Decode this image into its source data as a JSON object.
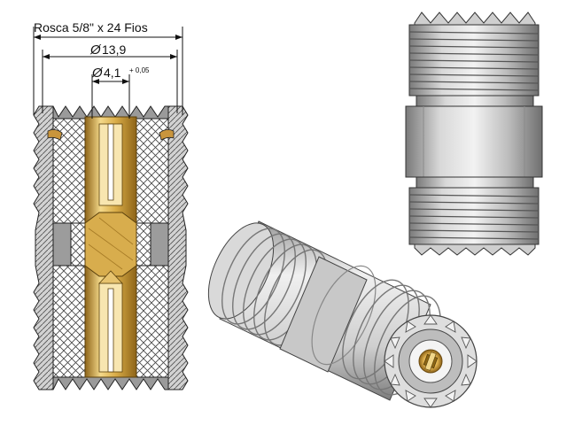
{
  "dimensions": {
    "thread": "Rosca 5/8\" x 24 Fios",
    "outer_diameter_symbol": "Ø",
    "outer_diameter_value": "13,9",
    "pin_diameter_symbol": "Ø",
    "pin_diameter_value": "4,1",
    "pin_tolerance": "+ 0,05"
  },
  "colors": {
    "metal_light": "#e6e6e6",
    "metal_mid": "#b9b9b9",
    "metal_dark": "#6d6d6d",
    "gold": "#e2bd63",
    "gold_dark": "#a67c26",
    "hatch": "#555555"
  }
}
